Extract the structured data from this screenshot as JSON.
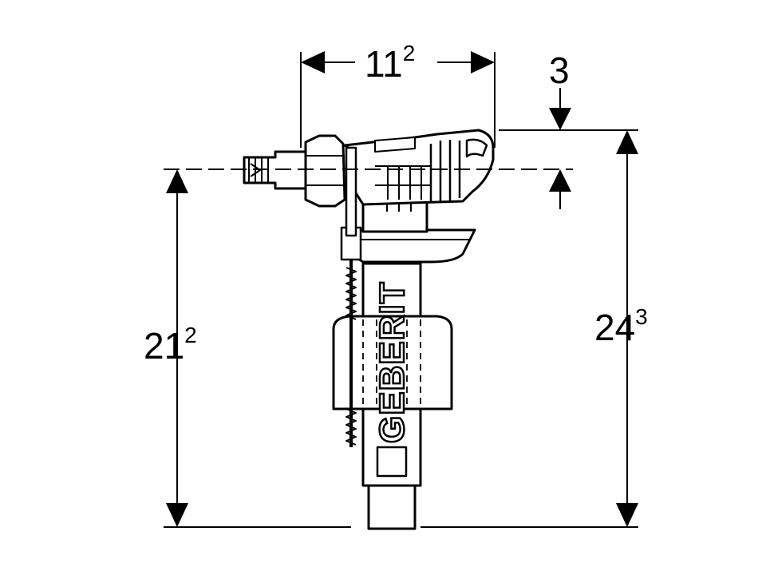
{
  "dimensions": {
    "top_width": {
      "main": "11",
      "sup": "2"
    },
    "top_offset": {
      "main": "3",
      "sup": ""
    },
    "left_height": {
      "main": "21",
      "sup": "2"
    },
    "right_height": {
      "main": "24",
      "sup": "3"
    }
  },
  "brand_logo": "GEBERIT",
  "colors": {
    "line": "#000000",
    "background": "#ffffff"
  }
}
